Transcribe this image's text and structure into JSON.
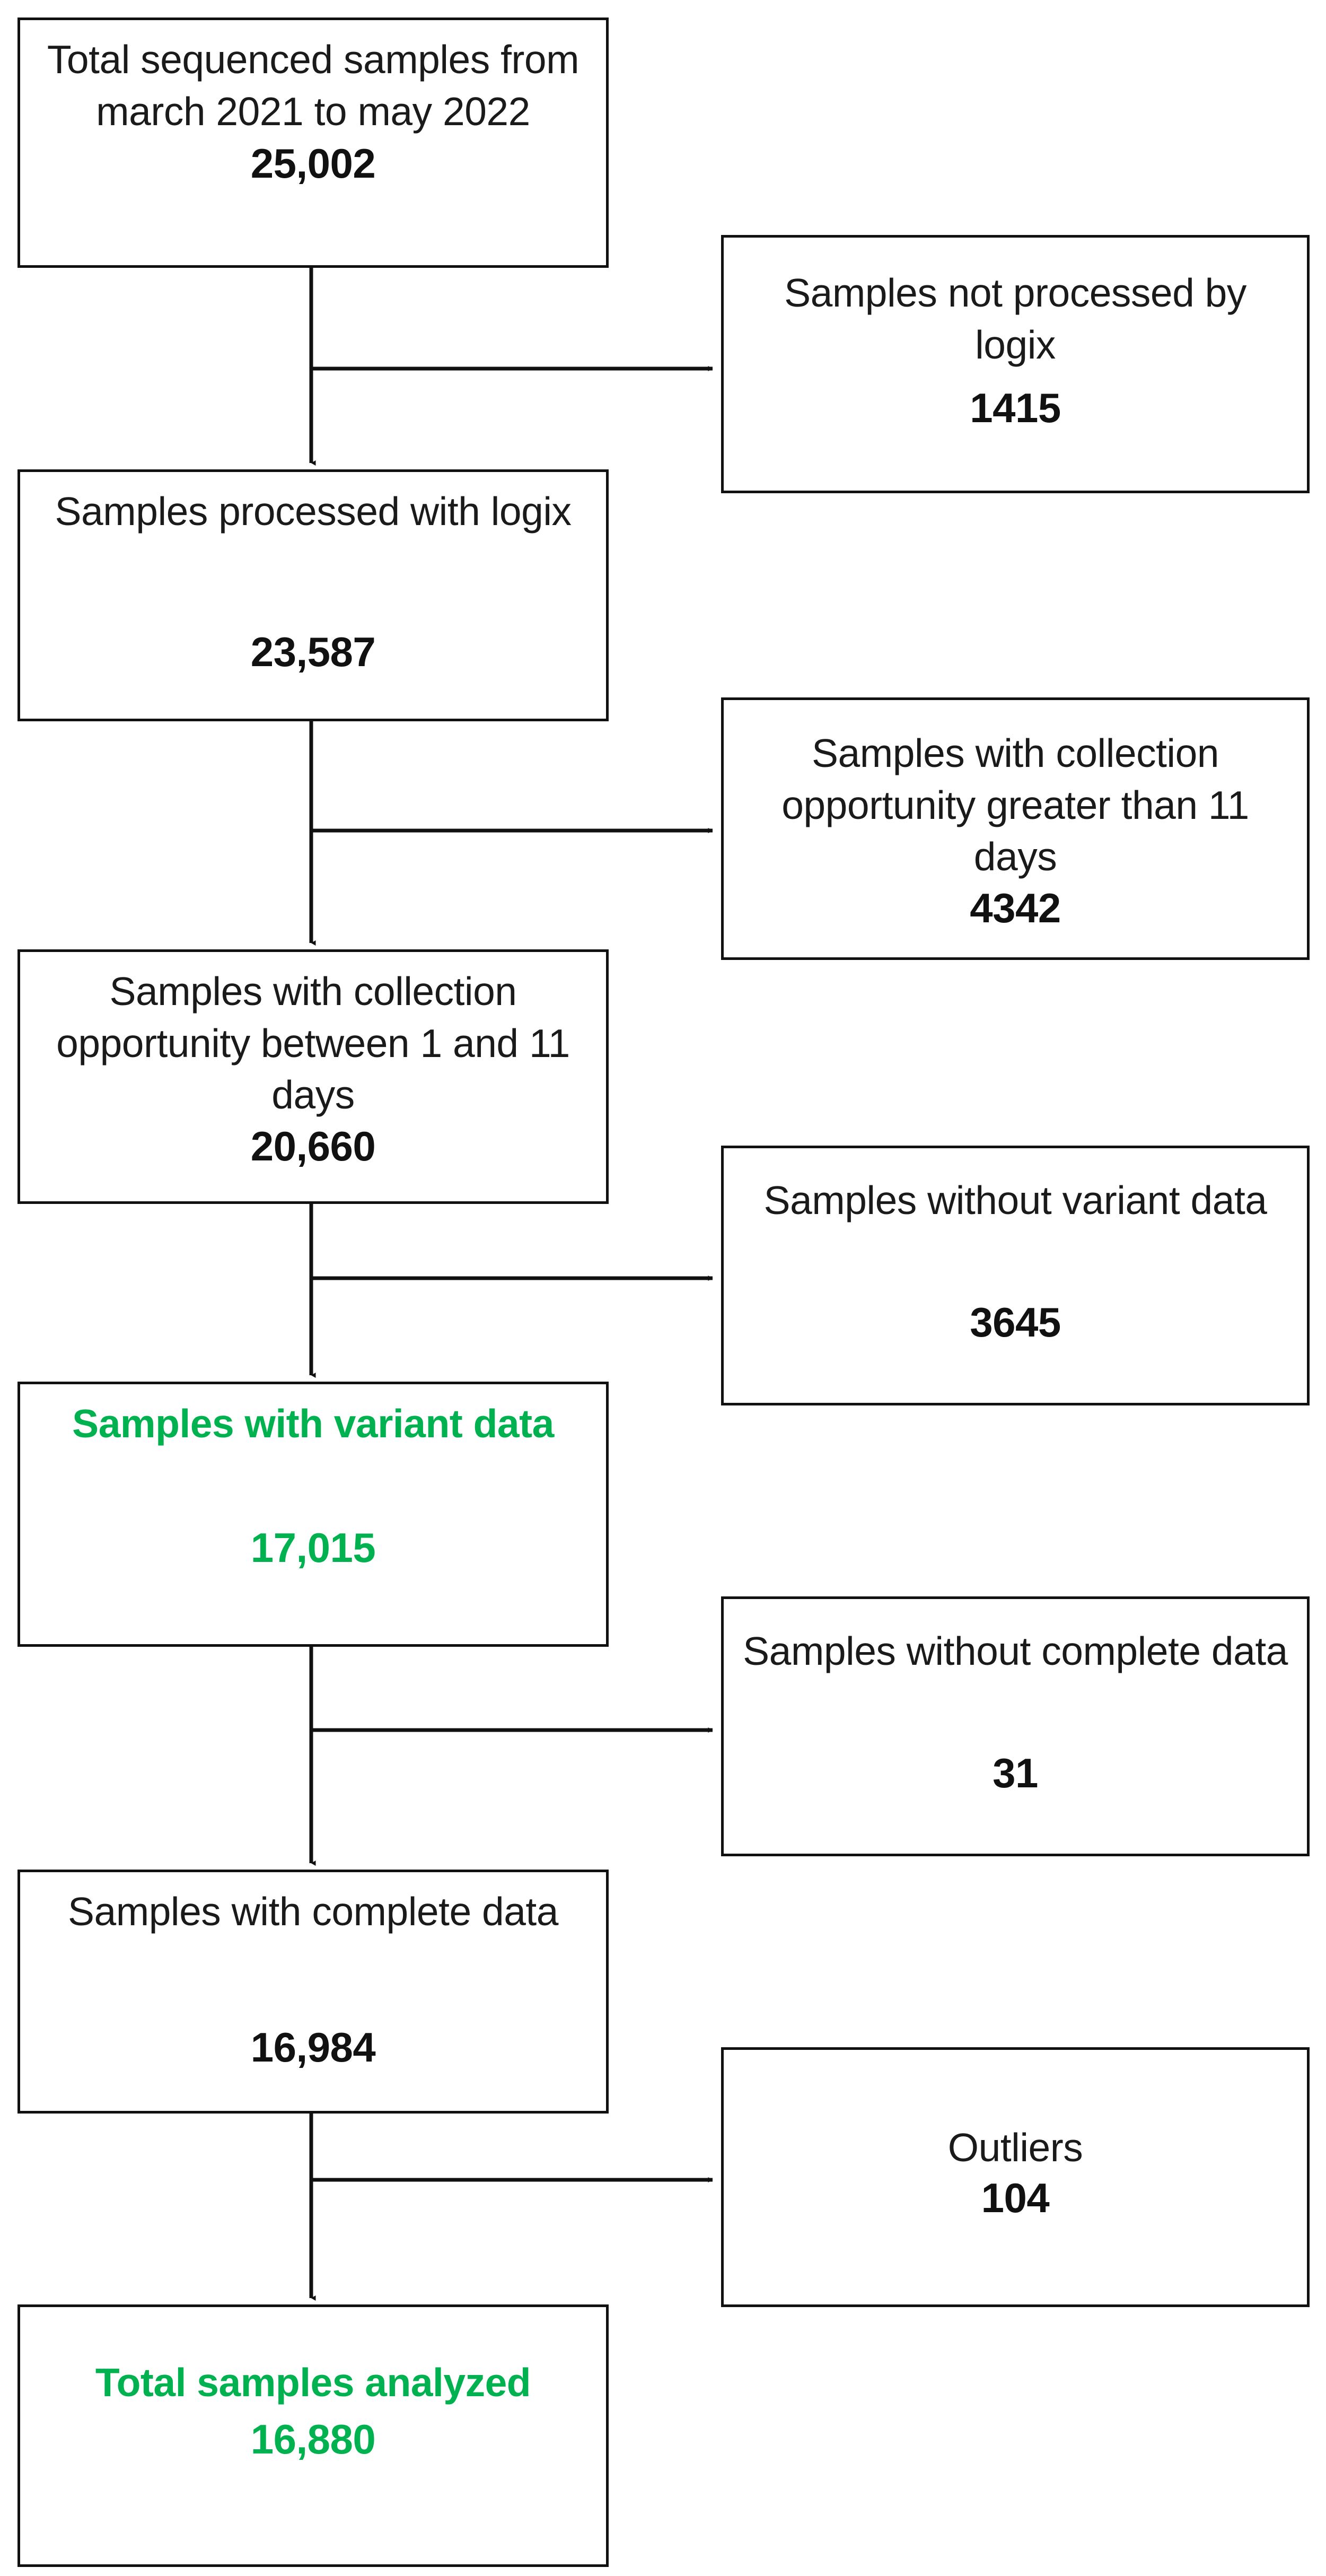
{
  "diagram": {
    "type": "flowchart",
    "orientation": "top-to-bottom",
    "highlight_color": "#00B14F",
    "border_color": "#111111",
    "background_color": "#FFFFFF",
    "nodes": [
      {
        "id": "total",
        "column": "left",
        "label": "Total sequenced samples from march 2021 to may 2022",
        "value": "25,002",
        "highlight": false
      },
      {
        "id": "not_processed",
        "column": "right",
        "label": "Samples not processed by logix",
        "value": "1415",
        "highlight": false
      },
      {
        "id": "processed",
        "column": "left",
        "label": "Samples processed with logix",
        "value": "23,587",
        "highlight": false
      },
      {
        "id": "gt_11_days",
        "column": "right",
        "label": "Samples with collection opportunity greater than 11 days",
        "value": "4342",
        "highlight": false
      },
      {
        "id": "between_1_11",
        "column": "left",
        "label": "Samples with collection opportunity between 1 and 11 days",
        "value": "20,660",
        "highlight": false
      },
      {
        "id": "without_variant",
        "column": "right",
        "label": "Samples without variant data",
        "value": "3645",
        "highlight": false
      },
      {
        "id": "with_variant",
        "column": "left",
        "label": "Samples with variant data",
        "value": "17,015",
        "highlight": true
      },
      {
        "id": "without_complete",
        "column": "right",
        "label": "Samples without complete data",
        "value": "31",
        "highlight": false
      },
      {
        "id": "with_complete",
        "column": "left",
        "label": "Samples with complete data",
        "value": "16,984",
        "highlight": false
      },
      {
        "id": "outliers",
        "column": "right",
        "label": "Outliers",
        "value": "104",
        "highlight": false
      },
      {
        "id": "analyzed",
        "column": "left",
        "label": "Total samples analyzed",
        "value": "16,880",
        "highlight": true
      }
    ],
    "edges": [
      {
        "from": "total",
        "to": "processed",
        "direction": "down"
      },
      {
        "from": "total",
        "to": "not_processed",
        "direction": "right"
      },
      {
        "from": "processed",
        "to": "between_1_11",
        "direction": "down"
      },
      {
        "from": "processed",
        "to": "gt_11_days",
        "direction": "right"
      },
      {
        "from": "between_1_11",
        "to": "with_variant",
        "direction": "down"
      },
      {
        "from": "between_1_11",
        "to": "without_variant",
        "direction": "right"
      },
      {
        "from": "with_variant",
        "to": "with_complete",
        "direction": "down"
      },
      {
        "from": "with_variant",
        "to": "without_complete",
        "direction": "right"
      },
      {
        "from": "with_complete",
        "to": "analyzed",
        "direction": "down"
      },
      {
        "from": "with_complete",
        "to": "outliers",
        "direction": "right"
      }
    ]
  }
}
